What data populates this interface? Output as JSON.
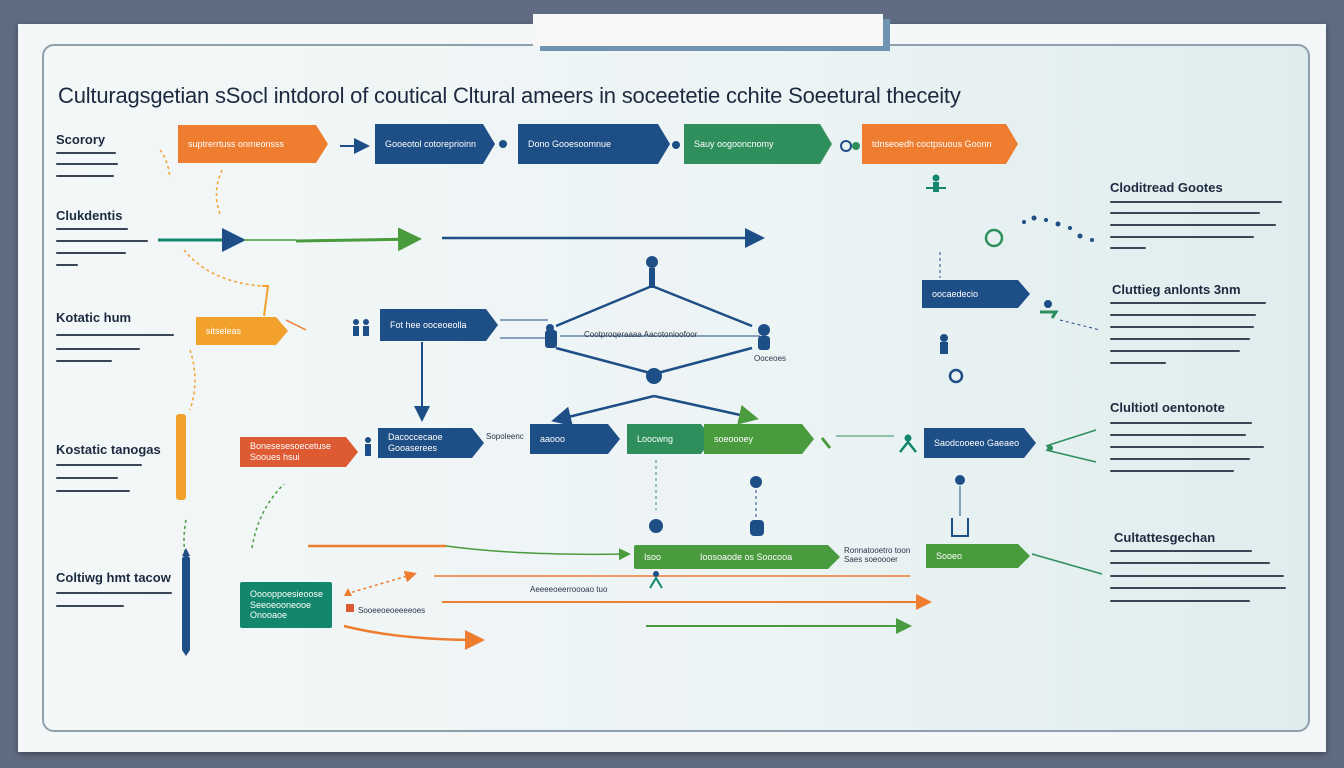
{
  "title": "Culturagsgetian sSocl intdorol of coutical Cltural ameers in soceetetie cchite Soeetural theceity",
  "left_labels": [
    "Scorory",
    "Clukdentis",
    "Kotatic hum",
    "Kostatic tanogas",
    "Coltiwg hmt tacow"
  ],
  "right_labels": [
    "Cloditread Gootes",
    "Cluttieg anlonts 3nm",
    "Clultiotl oentonote",
    "Cultattesgechan"
  ],
  "top_row": [
    "suptrerrtuss onmeonsss",
    "Gooeotol cotoreprioinn",
    "Dono Gooesoomnue",
    "Sauy oogooncnomy",
    "tdnseoedh coctpsuous Goonn"
  ],
  "boxes": {
    "right_navy1": "oocaedecio",
    "left_amber": "sitseleas",
    "center_navy": "Fot hee ooceoeolla",
    "center_caption": "Cootproqeraaaa Aacotonioofoor",
    "right_caption": "Ooceoes",
    "red_box": "Bonesesesoecetuse Sooues hsui",
    "navy_mid": "Dacoccecaoe Gooaserees",
    "mid_caption": "Sopoleenc",
    "navy_mid2": "aaooo",
    "green_mid1": "Loocwng",
    "green_mid2": "soeoooey",
    "navy_right": "Saodcooeeo Gaeaeo",
    "green_bottom": "Isoo",
    "green_bottom2": "Ioosoaode os Soocooa",
    "green_bottom_caption": "Ronnatooetro toon Saes soeoooer",
    "green_small_right": "Sooeo",
    "teal_box": "Ooooppoesieoose Seeoeooneooe Onooaoe",
    "arrow_caption": "Aeeeeoeerroooao tuo",
    "small_caption": "Sooeeoeoeeeeoes"
  },
  "colors": {
    "orange": "#ee7d2f",
    "navy": "#1e4e86",
    "green": "#2e8f5d",
    "light_green": "#4a9b3e",
    "amber": "#f2a12c",
    "red": "#dd5a33",
    "teal": "#13876d",
    "text": "#1c2a40"
  }
}
